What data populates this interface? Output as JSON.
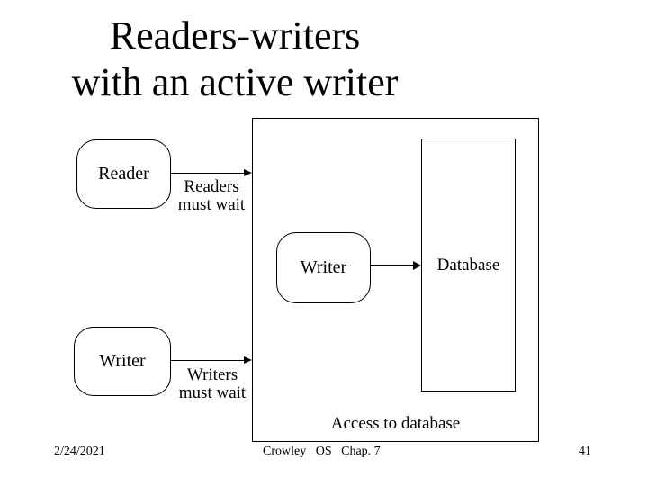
{
  "slide": {
    "title": {
      "line1": "Readers-writers",
      "line2": "with an active writer"
    },
    "diagram": {
      "reader_box_label": "Reader",
      "writer_outer_box_label": "Writer",
      "writer_inner_box_label": "Writer",
      "database_box_label": "Database",
      "readers_wait_line1": "Readers",
      "readers_wait_line2": "must wait",
      "writers_wait_line1": "Writers",
      "writers_wait_line2": "must wait",
      "access_label": "Access to database"
    },
    "footer": {
      "date": "2/24/2021",
      "citation": "Crowley   OS   Chap. 7",
      "page_number": "41"
    },
    "colors": {
      "background": "#ffffff",
      "line": "#000000",
      "text": "#000000"
    }
  }
}
